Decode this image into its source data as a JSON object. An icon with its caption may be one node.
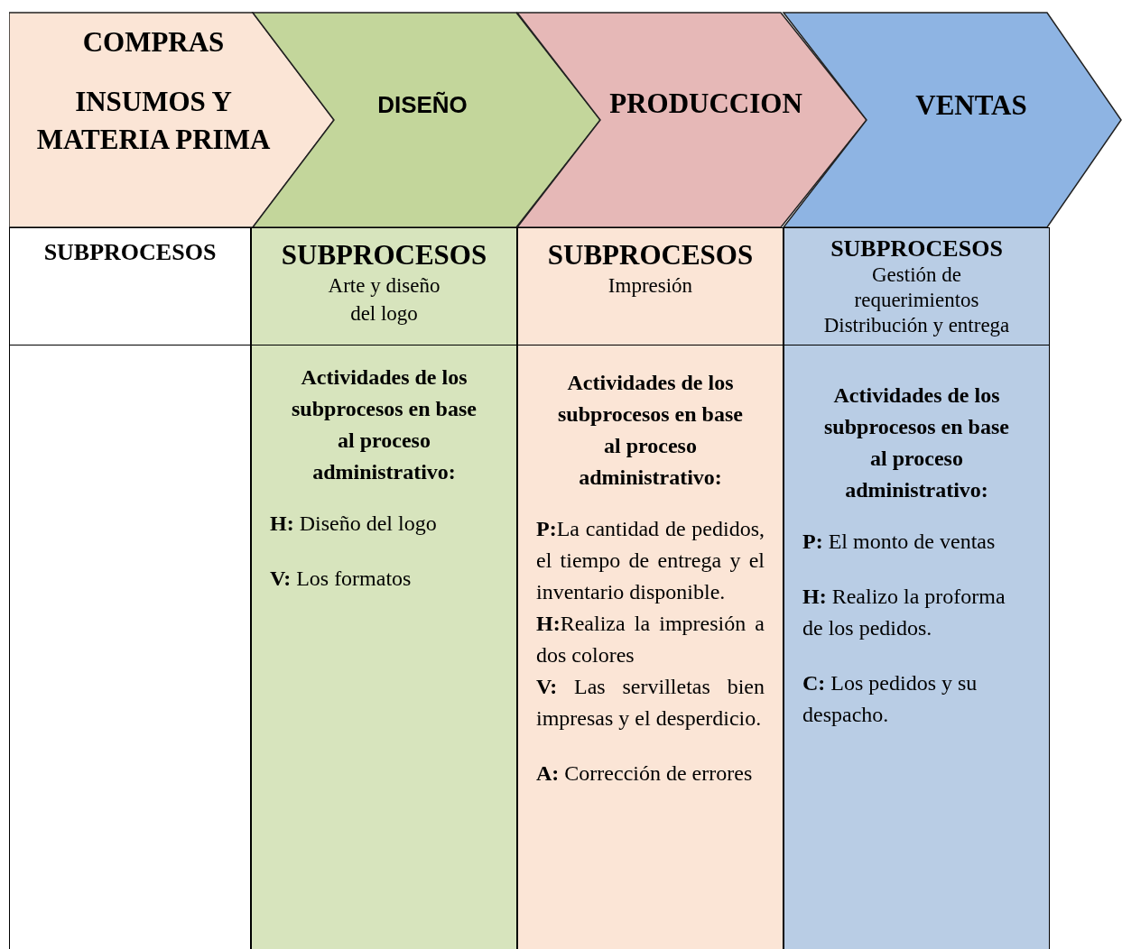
{
  "diagram": {
    "nodes": [
      {
        "text": [
          "COMPRAS",
          "INSUMOS Y MATERIA PRIMA"
        ]
      },
      {
        "text": [
          "DISEÑO"
        ]
      },
      {
        "text": [
          "PRODUCCION"
        ]
      },
      {
        "text": [
          "VENTAS"
        ]
      },
      {
        "text": [
          "SUBPROCESOS"
        ]
      },
      {
        "text": [
          "SUBPROCESOS",
          "Arte y diseño del logo"
        ]
      },
      {
        "text": [
          "SUBPROCESOS",
          "Impresión"
        ]
      },
      {
        "text": [
          "SUBPROCESOS",
          "Gestión de requerimientos",
          "Distribución y entrega"
        ]
      },
      {
        "text": [
          "Actividades de los subprocesos en base al proceso administrativo:",
          "**H:** Diseño del logo",
          "**V:** Los formatos"
        ]
      },
      {
        "text": [
          "Actividades de los subprocesos en base al proceso administrativo:",
          "**P:**La cantidad de pedidos, el tiempo de entrega y el inventario disponible.",
          "**H:**Realiza la impresión a dos colores",
          "**V:** Las servilletas bien impresas y el desperdicio.",
          "**A:** Corrección de errores"
        ]
      },
      {
        "text": [
          "Actividades de los subprocesos en base al proceso administrativo:",
          "**P:** El monto de ventas",
          "**H:** Realizo la proforma de los pedidos.",
          "**C:** Los pedidos y su despacho."
        ]
      }
    ]
  }
}
